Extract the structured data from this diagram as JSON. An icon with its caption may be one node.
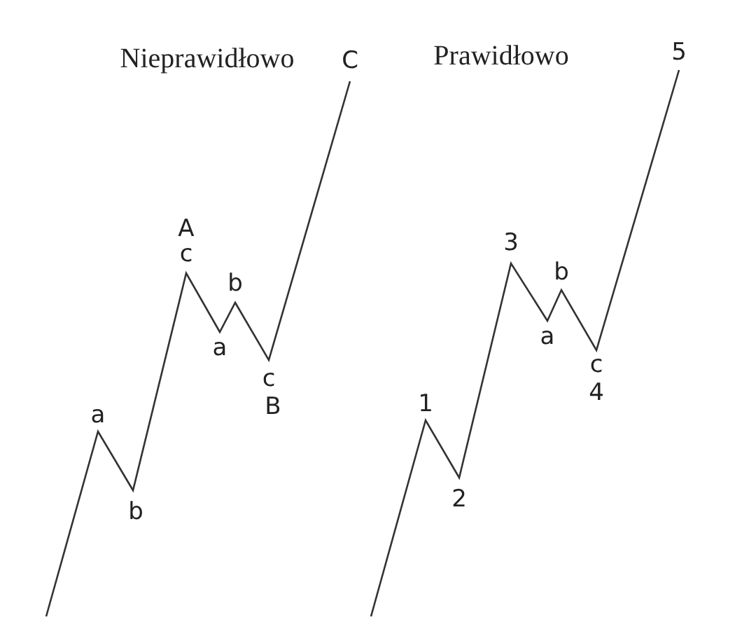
{
  "diagram": {
    "labels": [
      "Nieprawidłowo",
      "C",
      "Prawidłowo",
      "5",
      "A",
      "c",
      "3",
      "b",
      "b",
      "a",
      "a",
      "c",
      "c",
      "B",
      "4",
      "a",
      "1",
      "2",
      "b"
    ]
  }
}
